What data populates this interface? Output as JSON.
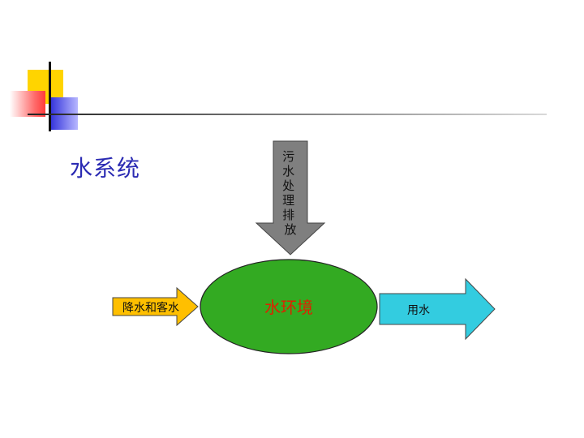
{
  "slide": {
    "title": "水系统"
  },
  "diagram": {
    "top_arrow_label": "污水处理排放",
    "left_arrow_label": "降水和客水",
    "center_label": "水环境",
    "right_arrow_label": "用水"
  },
  "colors": {
    "title": "#2b2bb3",
    "top_arrow": "#7f7f7f",
    "left_arrow": "#ffbf00",
    "center_ellipse": "#33aa22",
    "center_text": "#dd2200",
    "right_arrow": "#33cce0",
    "deco_yellow": "#ffd400",
    "deco_red": "#ff4f4f",
    "deco_blue": "#3333dd"
  }
}
